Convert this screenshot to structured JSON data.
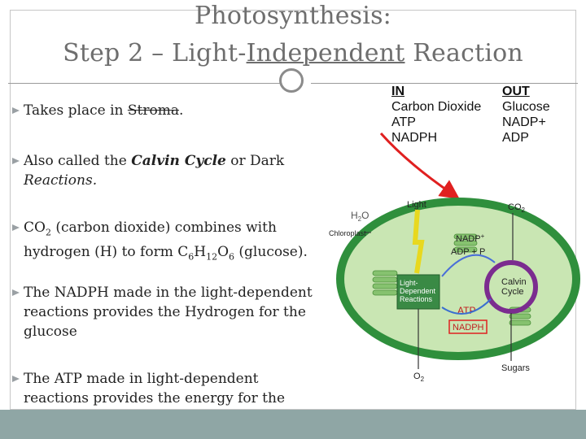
{
  "slide": {
    "title_line1": "Photosynthesis:",
    "title_line2_before": "Step 2 – Light-",
    "title_line2_underlined": "Independent",
    "title_line2_after": " Reaction"
  },
  "bullets": [
    {
      "before": "Takes place in ",
      "struck": "Stroma",
      "after": "."
    },
    {
      "before": "Also called the ",
      "em": "Calvin Cycle",
      "mid": " or Dark ",
      "after": "Reactions."
    },
    {
      "p1": "CO",
      "s1": "2",
      "p2": "  (carbon dioxide) combines with hydrogen (H) to form C",
      "s2": "6",
      "p3": "H",
      "s3": "12",
      "p4": "O",
      "s4": "6",
      "p5": " (glucose)."
    },
    {
      "text": "The NADPH  made in the light-dependent reactions provides the Hydrogen for the glucose"
    },
    {
      "text": "The ATP made in light-dependent reactions provides the energy for the Light independent reactions to occur."
    }
  ],
  "io_table": {
    "in_header": "IN",
    "out_header": "OUT",
    "in_items": [
      "Carbon Dioxide",
      "ATP",
      "NADPH"
    ],
    "out_items": [
      "Glucose",
      "NADP+",
      "ADP"
    ]
  },
  "diagram": {
    "water_label_base": "H",
    "water_sub": "2",
    "water_label_end": "O",
    "chloroplast_label": "Chloroplast",
    "light_label": "Light",
    "co2_label_base": "CO",
    "co2_sub": "2",
    "nadp_label": "NADP",
    "nadp_sup": "+",
    "adp_label": "ADP + P",
    "light_dep_line1": "Light-",
    "light_dep_line2": "Dependent",
    "light_dep_line3": "Reactions",
    "calvin_line1": "Calvin",
    "calvin_line2": "Cycle",
    "atp_label": "ATP",
    "nadph_label": "NADPH",
    "o2_label_base": "O",
    "o2_sub": "2",
    "sugars_label": "Sugars",
    "colors": {
      "outer_membrane": "#2f8f3c",
      "stroma": "#c9e6b3",
      "calvin_ring": "#7b2c8f",
      "arrow_red": "#e02020",
      "light_arrow": "#e8d81f"
    }
  },
  "colors": {
    "title": "#6e6e6e",
    "bullet_marker": "#9aa0a4",
    "footer_bar": "#8fa6a5"
  }
}
